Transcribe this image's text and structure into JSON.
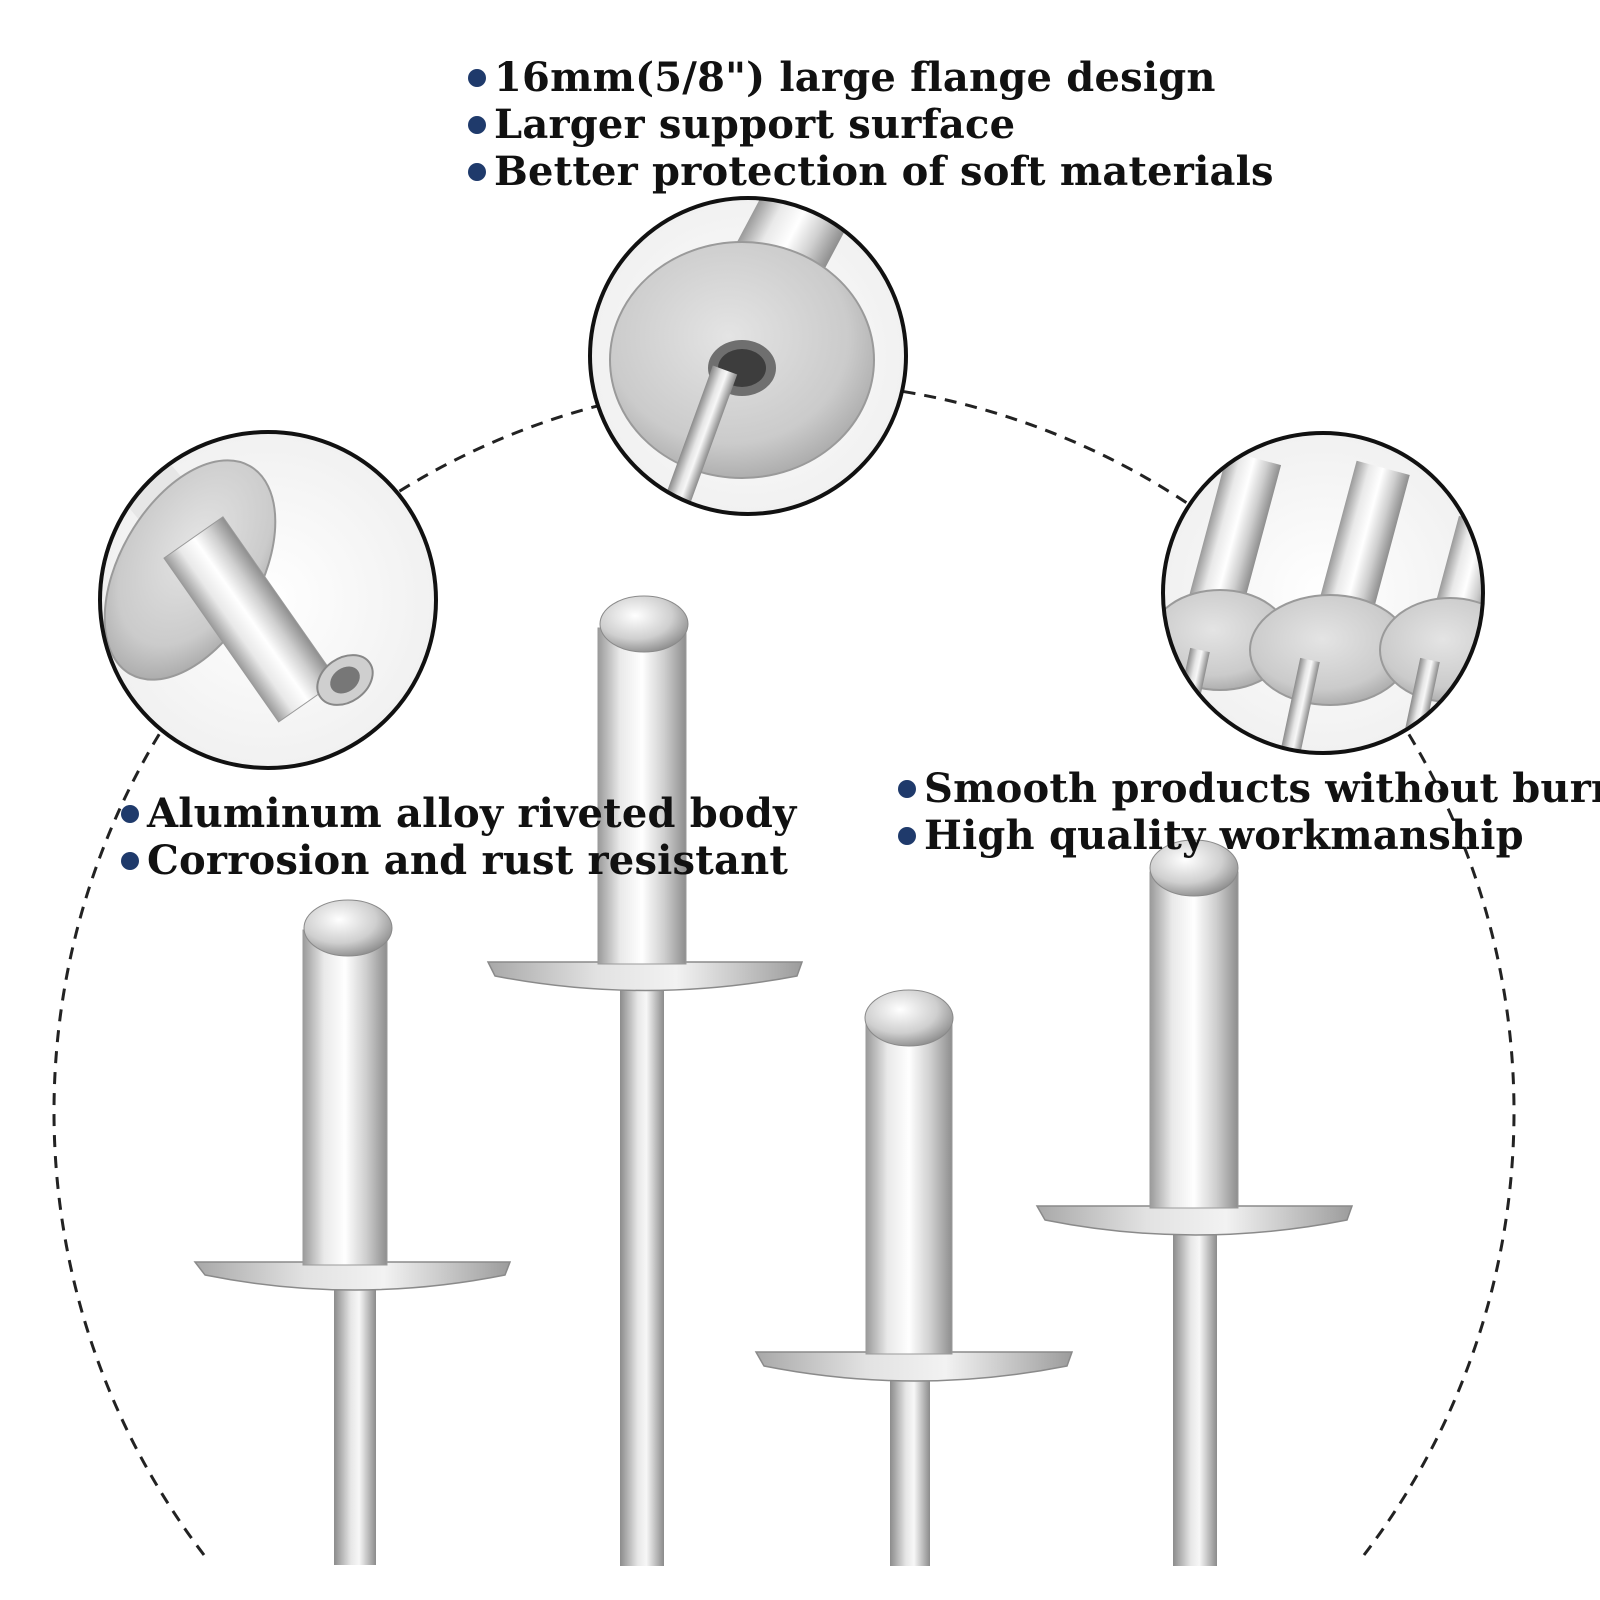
{
  "colors": {
    "bullet": "#1f3a6b",
    "dash": "#222222",
    "metal_light": "#f4f4f4",
    "metal_mid": "#c9c9c9",
    "metal_dark": "#8f8f8f"
  },
  "features": {
    "top": [
      "16mm(5/8\") large flange design",
      "Larger support surface",
      "Better protection of soft materials"
    ],
    "left": [
      "Aluminum alloy riveted body",
      "Corrosion and rust resistant"
    ],
    "right": [
      "Smooth products without burr",
      "High quality workmanship"
    ]
  }
}
